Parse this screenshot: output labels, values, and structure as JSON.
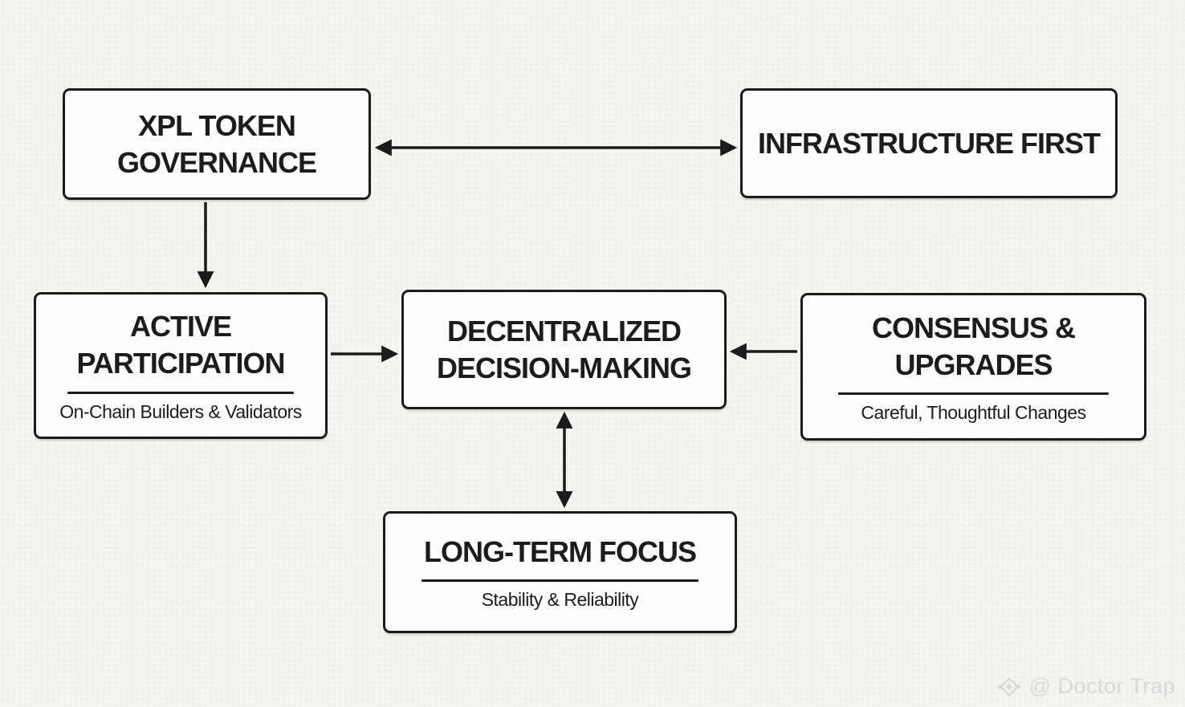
{
  "canvas": {
    "background_color": "#f4f4f1",
    "box_fill_color": "#ffffff",
    "line_color": "#1b1b1b",
    "text_color": "#1c1c1c"
  },
  "nodes": {
    "governance": {
      "title": "XPL TOKEN GOVERNANCE"
    },
    "infrastructure": {
      "title": "INFRASTRUCTURE FIRST"
    },
    "participation": {
      "title": "ACTIVE PARTICIPATION",
      "subtitle": "On-Chain Builders & Validators"
    },
    "decision": {
      "title": "DECENTRALIZED DECISION-MAKING"
    },
    "consensus": {
      "title": "CONSENSUS & UPGRADES",
      "subtitle": "Careful, Thoughtful Changes"
    },
    "longterm": {
      "title": "LONG-TERM FOCUS",
      "subtitle": "Stability & Reliability"
    }
  },
  "edges": [
    {
      "from": "governance",
      "to": "infrastructure",
      "direction": "bidirectional"
    },
    {
      "from": "governance",
      "to": "participation",
      "direction": "one-way"
    },
    {
      "from": "participation",
      "to": "decision",
      "direction": "one-way"
    },
    {
      "from": "consensus",
      "to": "decision",
      "direction": "one-way"
    },
    {
      "from": "decision",
      "to": "longterm",
      "direction": "bidirectional"
    }
  ],
  "watermark": {
    "icon": "diamond-logo-icon",
    "text": "@ Doctor Trap",
    "color": "#d8d8d8"
  }
}
